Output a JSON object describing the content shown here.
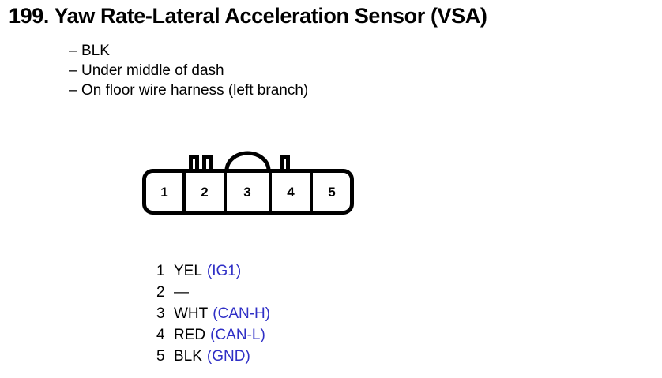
{
  "page": {
    "background_color": "#ffffff",
    "text_color": "#000000",
    "signal_color": "#2f2fc6"
  },
  "title": {
    "number": "199.",
    "name": "Yaw Rate-Lateral Acceleration Sensor (VSA)",
    "full": "199. Yaw Rate-Lateral Acceleration Sensor (VSA)"
  },
  "notes": {
    "dash": "–",
    "items": [
      {
        "text": "BLK"
      },
      {
        "text": "Under middle of dash"
      },
      {
        "text": "On floor wire harness (left branch)"
      }
    ]
  },
  "connector": {
    "cavity_count": 5,
    "cavity_labels": [
      "1",
      "2",
      "3",
      "4",
      "5"
    ],
    "outline_color": "#000000",
    "fill_color": "#ffffff"
  },
  "pin_legend": {
    "rows": [
      {
        "no": "1",
        "color": "YEL",
        "signal": "(IG1)"
      },
      {
        "no": "2",
        "color": "—",
        "signal": ""
      },
      {
        "no": "3",
        "color": "WHT",
        "signal": "(CAN-H)"
      },
      {
        "no": "4",
        "color": "RED",
        "signal": "(CAN-L)"
      },
      {
        "no": "5",
        "color": "BLK",
        "signal": "(GND)"
      }
    ]
  }
}
